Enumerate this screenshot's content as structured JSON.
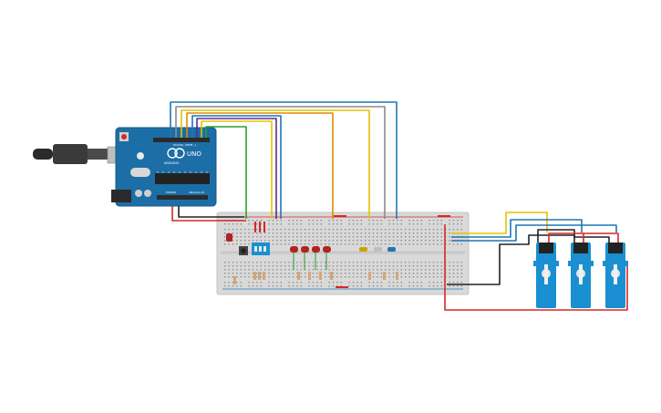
{
  "arduino": {
    "brand": "ARDUINO",
    "model": "UNO",
    "digital_label": "DIGITAL (PWM~)",
    "power_label": "POWER",
    "analog_label": "ANALOG IN"
  },
  "colors": {
    "board": "#1c6ea6",
    "breadboard": "#d9d9d9",
    "servo": "#1a8fd1",
    "wire_red": "#d62728",
    "wire_black": "#222222",
    "wire_green": "#2ca02c",
    "wire_yellow": "#e6c200",
    "wire_orange": "#e08a00",
    "wire_blue": "#1f77b4",
    "wire_purple": "#5b2c8f",
    "wire_grey": "#8c8c8c"
  },
  "components": {
    "usb_cable": "usb-cable",
    "breadboard": "breadboard",
    "pushbutton": "pushbutton",
    "dip_switch": "dip-switch",
    "leds_red_count": 4,
    "leds_other": [
      "yellow",
      "white",
      "blue"
    ],
    "servo_count": 3
  }
}
